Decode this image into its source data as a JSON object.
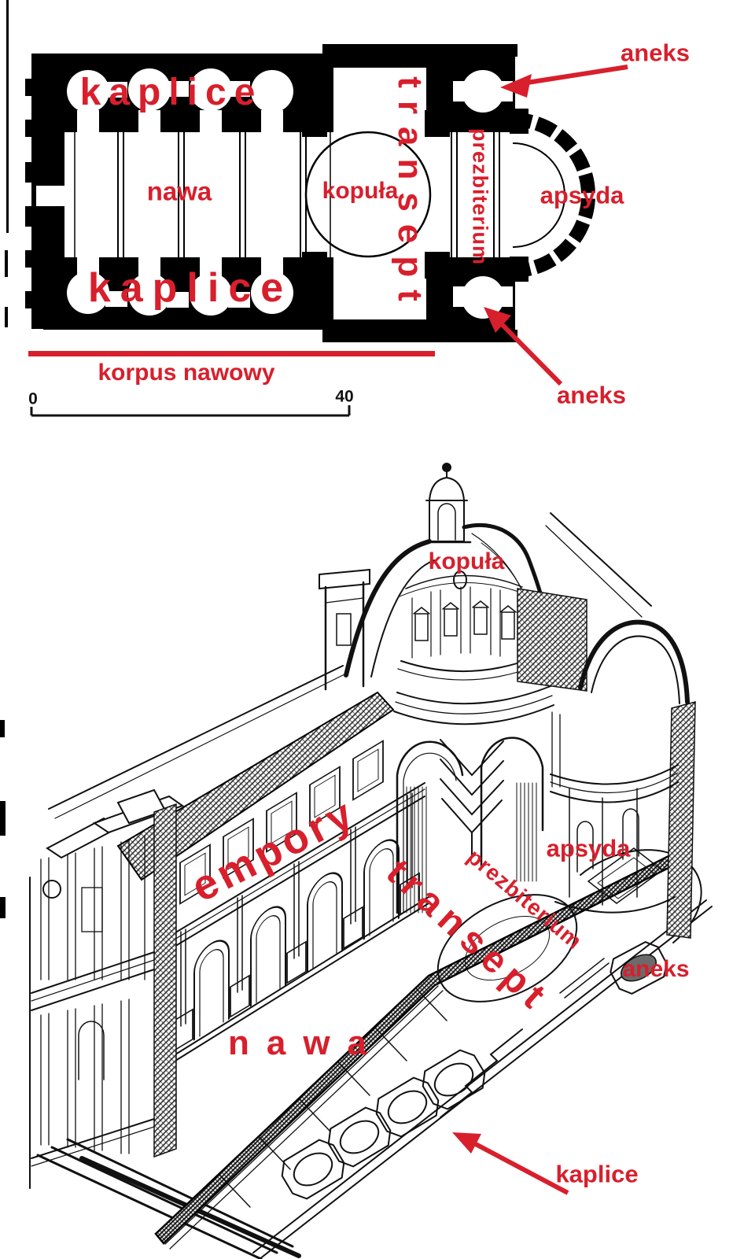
{
  "palette": {
    "label_red": "#d81f2c",
    "ink": "#000000",
    "paper": "#ffffff"
  },
  "floor_plan": {
    "labels": {
      "kaplice_top": "kaplice",
      "nawa": "nawa",
      "kopula": "kopuła",
      "transept": "transept",
      "prezbiterium": "prezbiterium",
      "apsyda": "apsyda",
      "aneks_top": "aneks",
      "kaplice_bottom": "kaplice",
      "aneks_bottom": "aneks",
      "korpus_nawowy": "korpus nawowy"
    },
    "scale_bar": {
      "start": "0",
      "end": "40"
    }
  },
  "axonometric": {
    "labels": {
      "kopula": "kopuła",
      "empory": "empory",
      "transept": "transept",
      "prezbiterium": "prezbiterium",
      "apsyda": "apsyda",
      "aneks": "aneks",
      "nawa": "nawa",
      "kaplice": "kaplice"
    }
  }
}
